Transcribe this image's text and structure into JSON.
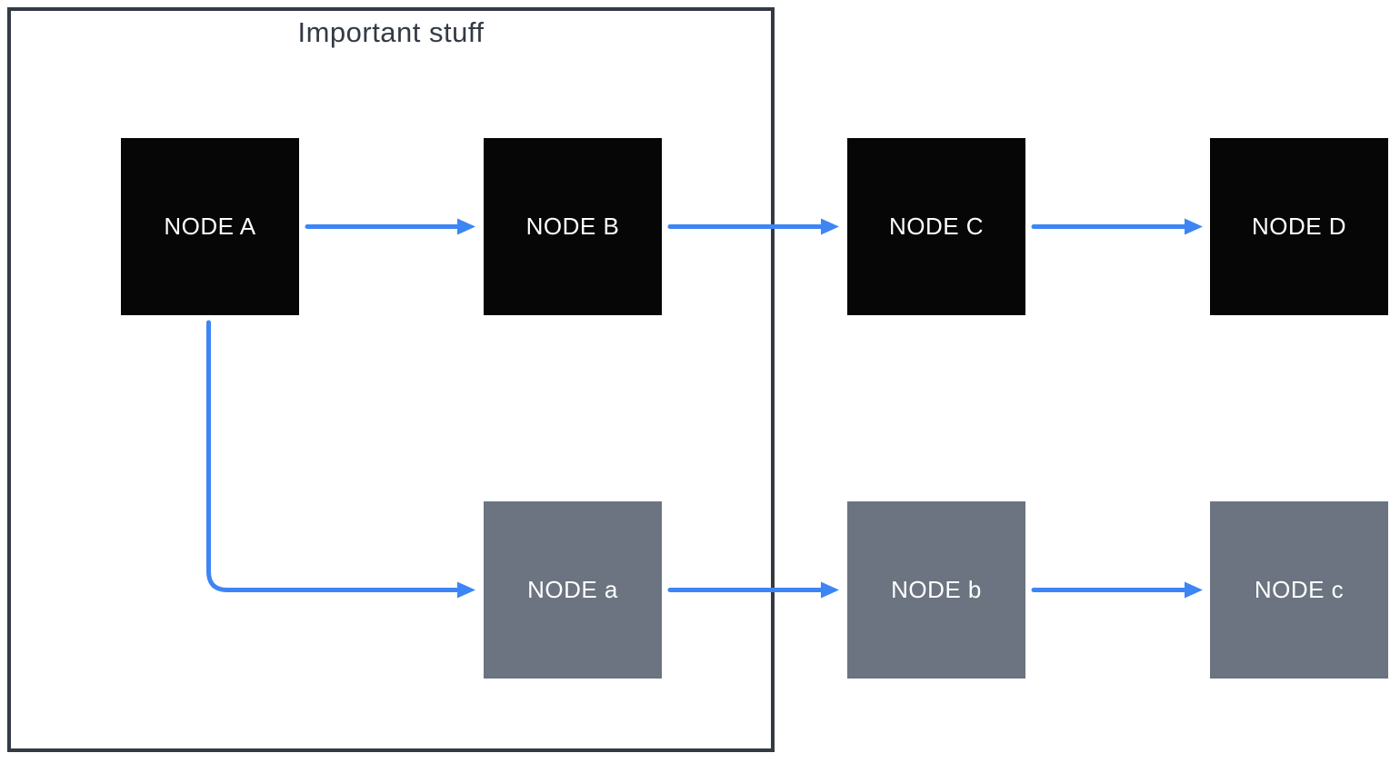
{
  "diagram": {
    "group": {
      "title": "Important stuff",
      "contains": [
        "A",
        "B",
        "a"
      ]
    },
    "nodes": [
      {
        "id": "A",
        "label": "NODE A",
        "variant": "dark",
        "row": "top",
        "col": 1
      },
      {
        "id": "B",
        "label": "NODE B",
        "variant": "dark",
        "row": "top",
        "col": 2
      },
      {
        "id": "C",
        "label": "NODE C",
        "variant": "dark",
        "row": "top",
        "col": 3
      },
      {
        "id": "D",
        "label": "NODE D",
        "variant": "dark",
        "row": "top",
        "col": 4
      },
      {
        "id": "a",
        "label": "NODE a",
        "variant": "gray",
        "row": "bottom",
        "col": 2
      },
      {
        "id": "b",
        "label": "NODE b",
        "variant": "gray",
        "row": "bottom",
        "col": 3
      },
      {
        "id": "c",
        "label": "NODE c",
        "variant": "gray",
        "row": "bottom",
        "col": 4
      }
    ],
    "edges": [
      {
        "from": "A",
        "to": "B",
        "shape": "straight"
      },
      {
        "from": "B",
        "to": "C",
        "shape": "straight"
      },
      {
        "from": "C",
        "to": "D",
        "shape": "straight"
      },
      {
        "from": "A",
        "to": "a",
        "shape": "elbow-down-right"
      },
      {
        "from": "a",
        "to": "b",
        "shape": "straight"
      },
      {
        "from": "b",
        "to": "c",
        "shape": "straight"
      }
    ]
  },
  "colors": {
    "node-dark": "#060606",
    "node-gray": "#6b7480",
    "arrow": "#3d85f5",
    "box-border": "#333a44",
    "title-text": "#333a44",
    "node-text": "#ffffff",
    "canvas-bg": "#ffffff"
  }
}
